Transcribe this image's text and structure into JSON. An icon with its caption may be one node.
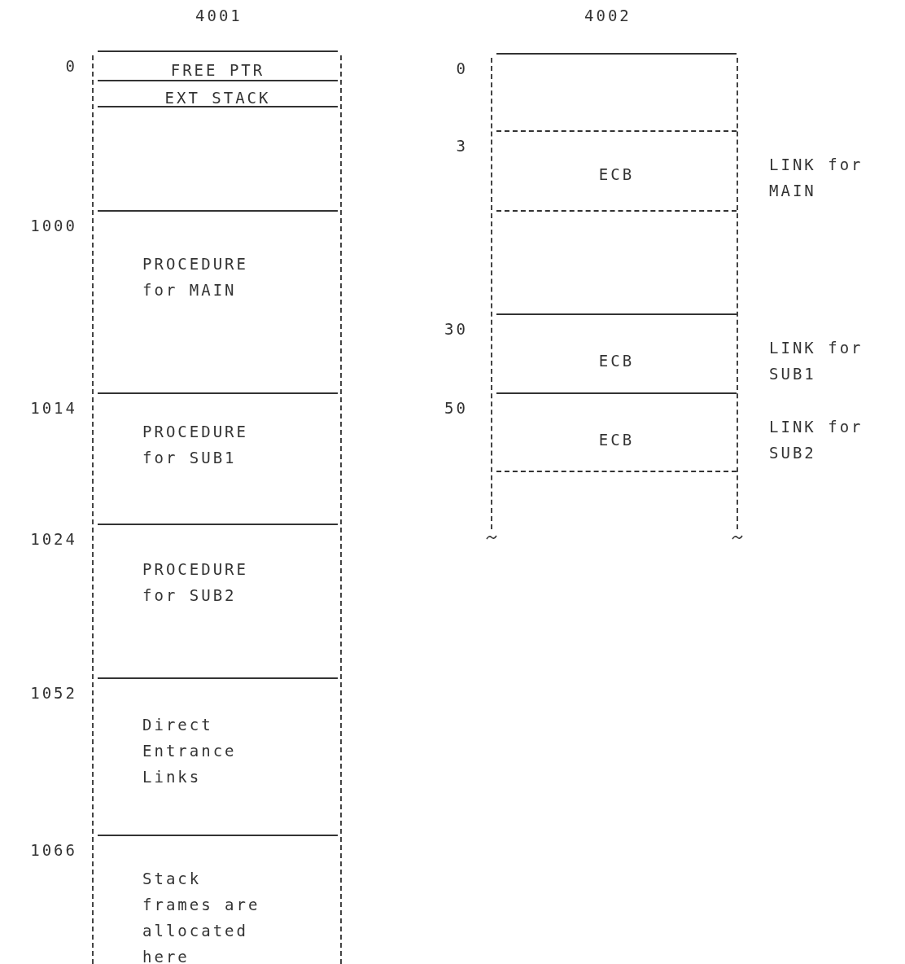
{
  "diagram": {
    "nodes": [
      {
        "text": [
          "4001"
        ]
      },
      {
        "text": [
          "FREE PTR"
        ],
        "in": 0,
        "beside": [
          "0"
        ]
      },
      {
        "text": [
          "EXT STACK"
        ],
        "in": 0
      },
      {
        "text": [],
        "shape": "box",
        "in": 0
      },
      {
        "text": [
          "PROCEDURE for MAIN"
        ],
        "in": 0,
        "beside": [
          "1000"
        ]
      },
      {
        "text": [
          "PROCEDURE for SUB1"
        ],
        "in": 0,
        "beside": [
          "1014"
        ]
      },
      {
        "text": [
          "PROCEDURE for SUB2"
        ],
        "in": 0,
        "beside": [
          "1024"
        ]
      },
      {
        "text": [
          "Direct Entrance Links"
        ],
        "in": 0,
        "beside": [
          "1052"
        ]
      },
      {
        "text": [
          "Stack frames are allocated here"
        ],
        "in": 0,
        "beside": [
          "1066"
        ]
      },
      {
        "text": [
          "4002"
        ]
      },
      {
        "text": [],
        "shape": "box",
        "in": 9,
        "beside": [
          "0"
        ]
      },
      {
        "text": [
          "ECB"
        ],
        "in": 9,
        "beside": [
          "3",
          "LINK for MAIN"
        ]
      },
      {
        "text": [],
        "shape": "box",
        "in": 9
      },
      {
        "text": [
          "ECB"
        ],
        "in": 9,
        "beside": [
          "30",
          "LINK for SUB1"
        ]
      },
      {
        "text": [
          "ECB"
        ],
        "in": 9,
        "beside": [
          "50",
          "LINK for SUB2"
        ]
      },
      {
        "text": [],
        "shape": "box",
        "in": 9
      }
    ]
  }
}
